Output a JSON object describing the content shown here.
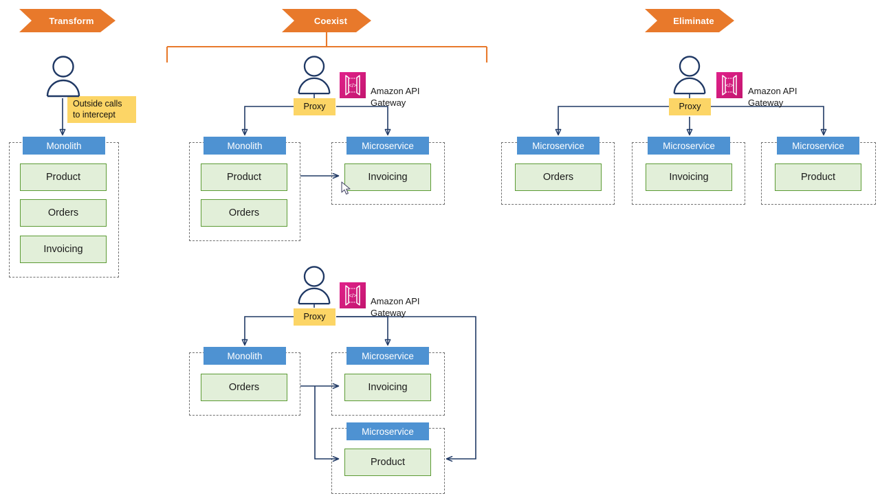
{
  "colors": {
    "banner_orange": "#E8792B",
    "bracket_orange": "#E8792B",
    "chip_blue": "#4E92D2",
    "service_green_fill": "#E2EFD9",
    "service_green_border": "#5B9A33",
    "yellow": "#FCD566",
    "wire_navy": "#1F3864",
    "dashed_gray": "#6F6F6F",
    "aws_magenta": "#C9197F",
    "background": "#FFFFFF"
  },
  "banners": [
    {
      "id": "transform",
      "label": "Transform"
    },
    {
      "id": "coexist",
      "label": "Coexist"
    },
    {
      "id": "eliminate",
      "label": "Eliminate"
    }
  ],
  "aws_service": {
    "name": "Amazon API\nGateway",
    "icon": "amazon-api-gateway-icon",
    "icon_glyph": "</>"
  },
  "labels": {
    "proxy": "Proxy",
    "monolith": "Monolith",
    "microservice": "Microservice",
    "outside_calls_note": "Outside calls\nto intercept"
  },
  "diagrams": {
    "transform": {
      "title": "Transform",
      "actor": "user-actor",
      "note": "Outside calls\nto intercept",
      "container": {
        "header": "Monolith",
        "services": [
          "Product",
          "Orders",
          "Invoicing"
        ]
      }
    },
    "coexist_top": {
      "title": "Coexist",
      "actor": "user-actor",
      "proxy": "Proxy",
      "gateway": "Amazon API\nGateway",
      "containers": [
        {
          "header": "Monolith",
          "services": [
            "Product",
            "Orders"
          ]
        },
        {
          "header": "Microservice",
          "services": [
            "Invoicing"
          ]
        }
      ]
    },
    "coexist_bottom": {
      "actor": "user-actor",
      "proxy": "Proxy",
      "gateway": "Amazon API\nGateway",
      "containers": [
        {
          "header": "Monolith",
          "services": [
            "Orders"
          ]
        },
        {
          "header": "Microservice",
          "services": [
            "Invoicing"
          ]
        },
        {
          "header": "Microservice",
          "services": [
            "Product"
          ]
        }
      ]
    },
    "eliminate": {
      "title": "Eliminate",
      "actor": "user-actor",
      "proxy": "Proxy",
      "gateway": "Amazon API\nGateway",
      "containers": [
        {
          "header": "Microservice",
          "services": [
            "Orders"
          ]
        },
        {
          "header": "Microservice",
          "services": [
            "Invoicing"
          ]
        },
        {
          "header": "Microservice",
          "services": [
            "Product"
          ]
        }
      ]
    }
  }
}
